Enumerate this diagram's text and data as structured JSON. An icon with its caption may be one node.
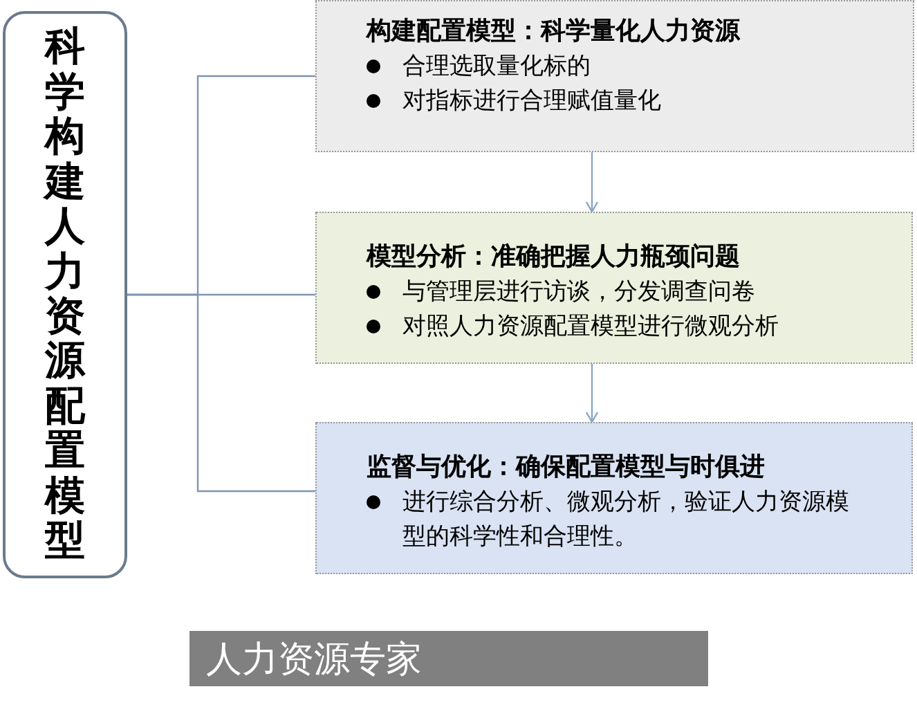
{
  "diagram": {
    "nodes": [
      {
        "text": [
          "科学构建人力资源配置模型"
        ]
      },
      {
        "text": [
          "构建配置模型：科学量化人力资源",
          "合理选取量化标的",
          "对指标进行合理赋值量化"
        ]
      },
      {
        "text": [
          "模型分析：准确把握人力瓶颈问题",
          "与管理层进行访谈，分发调查问卷",
          "对照人力资源配置模型进行微观分析"
        ]
      },
      {
        "text": [
          "监督与优化：确保配置模型与时俱进",
          "进行综合分析、微观分析，验证人力资源模型的科学性和合理性。"
        ]
      },
      {
        "text": [
          "人力资源专家"
        ]
      }
    ],
    "edges": [
      {
        "from": 0,
        "to": 1,
        "arrow": "none"
      },
      {
        "from": 0,
        "to": 2,
        "arrow": "none"
      },
      {
        "from": 0,
        "to": 3,
        "arrow": "none"
      },
      {
        "from": 1,
        "to": 2,
        "arrow": "to"
      },
      {
        "from": 2,
        "to": 3,
        "arrow": "to"
      }
    ]
  }
}
